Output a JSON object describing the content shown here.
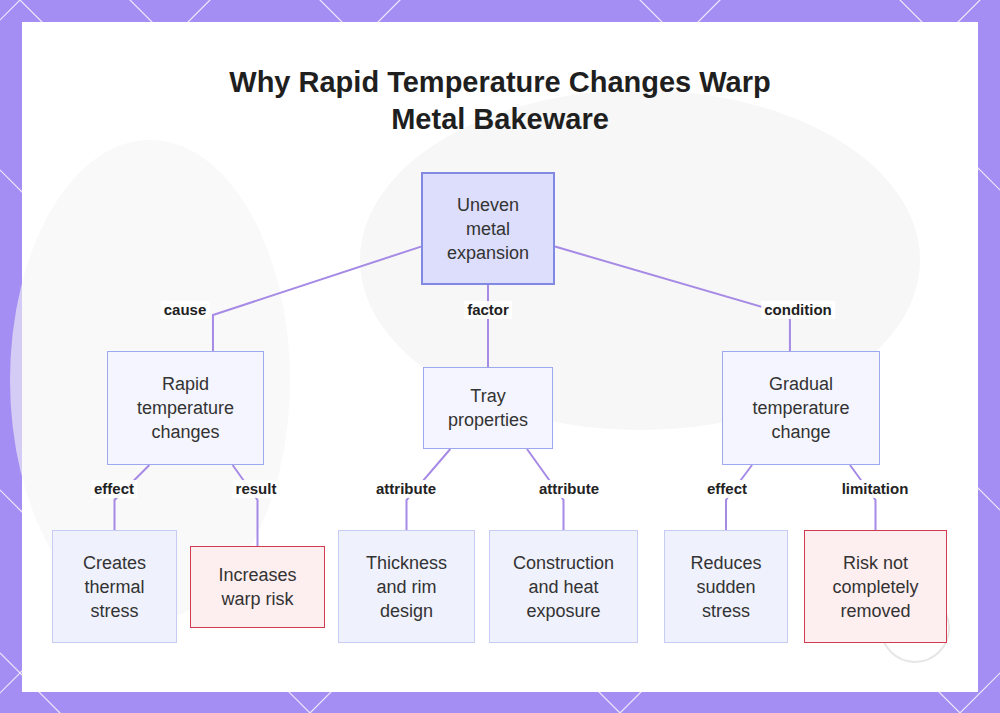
{
  "diagram": {
    "title": "Why Rapid Temperature Changes Warp Metal Bakeware",
    "nodes": [
      {
        "text": [
          "Uneven metal expansion"
        ]
      },
      {
        "text": [
          "Rapid temperature changes"
        ]
      },
      {
        "text": [
          "Tray properties"
        ]
      },
      {
        "text": [
          "Gradual temperature change"
        ]
      },
      {
        "text": [
          "Creates thermal stress"
        ]
      },
      {
        "text": [
          "Increases warp risk"
        ]
      },
      {
        "text": [
          "Thickness and rim design"
        ]
      },
      {
        "text": [
          "Construction and heat exposure"
        ]
      },
      {
        "text": [
          "Reduces sudden stress"
        ]
      },
      {
        "text": [
          "Risk not completely removed"
        ]
      }
    ],
    "edges": [
      {
        "from": 0,
        "to": 1,
        "label": "cause",
        "arrow": "none"
      },
      {
        "from": 0,
        "to": 2,
        "label": "factor",
        "arrow": "none"
      },
      {
        "from": 0,
        "to": 3,
        "label": "condition",
        "arrow": "none"
      },
      {
        "from": 1,
        "to": 4,
        "label": "effect",
        "arrow": "none"
      },
      {
        "from": 1,
        "to": 5,
        "label": "result",
        "arrow": "none"
      },
      {
        "from": 2,
        "to": 6,
        "label": "attribute",
        "arrow": "none"
      },
      {
        "from": 2,
        "to": 7,
        "label": "attribute",
        "arrow": "none"
      },
      {
        "from": 3,
        "to": 8,
        "label": "effect",
        "arrow": "none"
      },
      {
        "from": 3,
        "to": 9,
        "label": "limitation",
        "arrow": "none"
      }
    ]
  }
}
